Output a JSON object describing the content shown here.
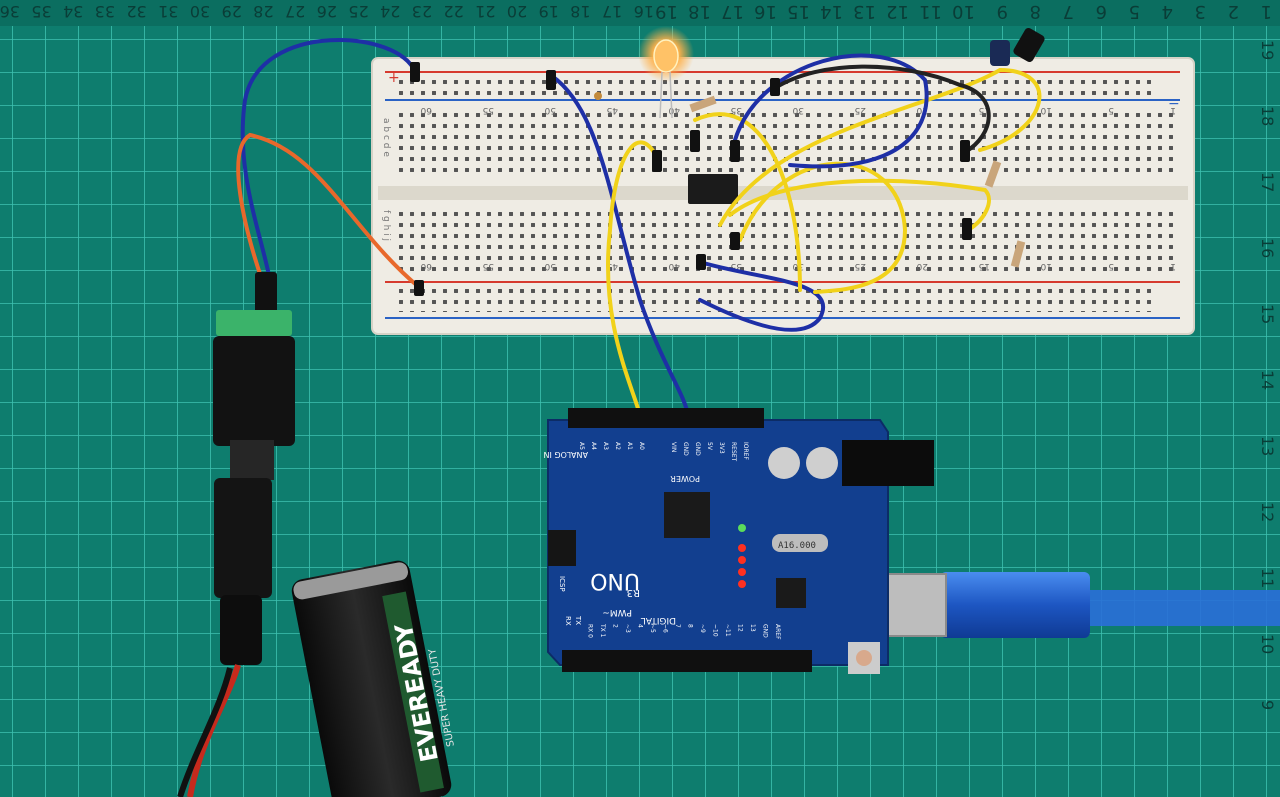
{
  "ruler": {
    "top_numbers": [
      "19",
      "18",
      "17",
      "16",
      "15",
      "14",
      "13",
      "12",
      "11",
      "10",
      "9",
      "8",
      "7",
      "6",
      "5",
      "4",
      "3",
      "2",
      "1"
    ],
    "left_numbers": [
      "36",
      "35",
      "34",
      "33",
      "32",
      "31",
      "30",
      "29",
      "28",
      "27",
      "26",
      "25",
      "24",
      "23",
      "22",
      "21",
      "20",
      "19",
      "18",
      "17",
      "16",
      "15",
      "14",
      "13",
      "12",
      "11",
      "10",
      "9",
      "8",
      "7",
      "6",
      "5",
      "4",
      "3",
      "2",
      "1"
    ],
    "right_numbers": [
      "19",
      "18",
      "17",
      "16",
      "15",
      "14",
      "13",
      "12",
      "11",
      "10",
      "9"
    ]
  },
  "breadboard": {
    "column_numbers": [
      "60",
      "55",
      "50",
      "45",
      "40",
      "35",
      "30",
      "25",
      "20",
      "15",
      "10",
      "5",
      "1"
    ],
    "row_letters_top": "a b c d e",
    "row_letters_bottom": "f g h i j",
    "rail_plus": "+",
    "rail_minus": "−"
  },
  "arduino": {
    "board_name": "UNO",
    "revision": "R3",
    "header_digital": "DIGITAL",
    "header_pwm": "PWM~",
    "header_power": "POWER",
    "header_analog": "ANALOG IN",
    "crystal": "A16.000",
    "pin_labels_power": [
      "IOREF",
      "RESET",
      "3V3",
      "5V",
      "GND",
      "GND",
      "VIN"
    ],
    "pin_labels_analog": [
      "A0",
      "A1",
      "A2",
      "A3",
      "A4",
      "A5"
    ],
    "pin_labels_digital": [
      "AREF",
      "GND",
      "13",
      "12",
      "~11",
      "~10",
      "~9",
      "8",
      "7",
      "~6",
      "~5",
      "4",
      "~3",
      "2",
      "TX 1",
      "RX 0"
    ],
    "icsp": "ICSP",
    "tx": "TX",
    "rx": "RX"
  },
  "battery": {
    "brand": "EVEREADY",
    "tagline": "SUPER HEAVY DUTY"
  },
  "colors": {
    "mat": "#0e7d6e",
    "grid": "#2fb9a8",
    "breadboard": "#efece4",
    "arduino_pcb": "#123f8f",
    "wire_yellow": "#f1d21a",
    "wire_blue": "#1e2fa6",
    "wire_orange": "#e8682b",
    "usb_cable": "#2a6fd8",
    "led_orange": "#ffb14a"
  }
}
